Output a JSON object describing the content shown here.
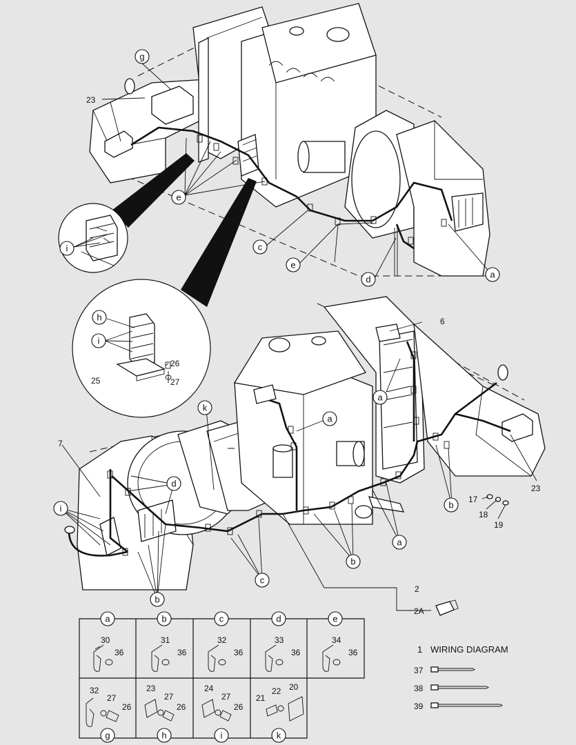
{
  "callouts": {
    "top": [
      {
        "id": "g",
        "label": "g"
      },
      {
        "id": "e1",
        "label": "e"
      },
      {
        "id": "i1",
        "label": "i"
      },
      {
        "id": "c1",
        "label": "c"
      },
      {
        "id": "e2",
        "label": "e"
      },
      {
        "id": "d1",
        "label": "d"
      },
      {
        "id": "a1",
        "label": "a"
      }
    ],
    "detail": [
      {
        "id": "h",
        "label": "h"
      },
      {
        "id": "i2",
        "label": "i"
      }
    ],
    "bottom": [
      {
        "id": "a2",
        "label": "a"
      },
      {
        "id": "a3",
        "label": "a"
      },
      {
        "id": "k",
        "label": "k"
      },
      {
        "id": "d2",
        "label": "d"
      },
      {
        "id": "i3",
        "label": "i"
      },
      {
        "id": "b1",
        "label": "b"
      },
      {
        "id": "b2",
        "label": "b"
      },
      {
        "id": "b3",
        "label": "b"
      },
      {
        "id": "c2",
        "label": "c"
      },
      {
        "id": "a4",
        "label": "a"
      }
    ]
  },
  "part_numbers": {
    "n23_top": "23",
    "n6": "6",
    "n26": "26",
    "n25": "25",
    "n27": "27",
    "n7": "7",
    "n23_right": "23",
    "n17": "17",
    "n18": "18",
    "n19": "19",
    "n2": "2",
    "n2A": "2A"
  },
  "legend_grid": {
    "row1": [
      {
        "letter": "a",
        "clip": "30",
        "nut": "36"
      },
      {
        "letter": "b",
        "clip": "31",
        "nut": "36"
      },
      {
        "letter": "c",
        "clip": "32",
        "nut": "36"
      },
      {
        "letter": "d",
        "clip": "33",
        "nut": "36"
      },
      {
        "letter": "e",
        "clip": "34",
        "nut": "36"
      }
    ],
    "row2": [
      {
        "letter": "g",
        "p1": "32",
        "p2": "27",
        "p3": "26"
      },
      {
        "letter": "h",
        "p1": "23",
        "p2": "27",
        "p3": "26"
      },
      {
        "letter": "i",
        "p1": "24",
        "p2": "27",
        "p3": "26"
      },
      {
        "letter": "k",
        "p1": "21",
        "p2": "22",
        "p3": "20"
      }
    ]
  },
  "parts_list": {
    "wiring": {
      "num": "1",
      "label": "WIRING DIAGRAM"
    },
    "ties": [
      {
        "num": "37"
      },
      {
        "num": "38"
      },
      {
        "num": "39"
      }
    ]
  }
}
